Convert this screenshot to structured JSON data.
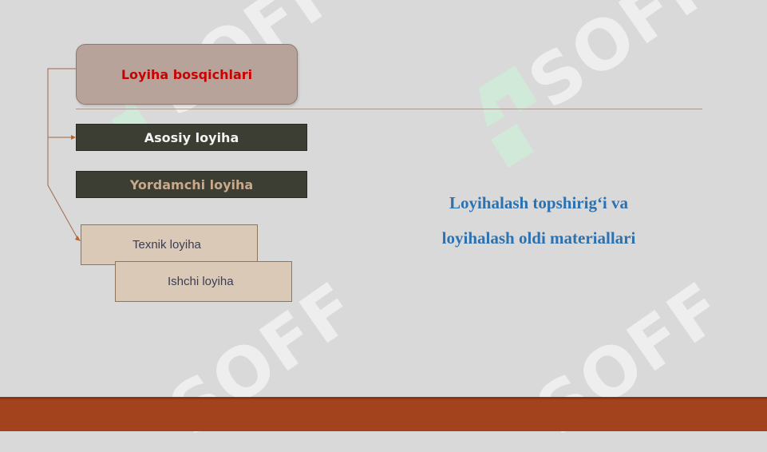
{
  "diagram": {
    "title": "Loyiha bosqichlari",
    "stages": {
      "main": "Asosiy loyiha",
      "auxiliary": "Yordamchi loyiha",
      "technical": "Texnik loyiha",
      "working": "Ishchi loyiha"
    }
  },
  "caption": {
    "line1": "Loyihalash topshirig‘i va",
    "line2": "loyihalash oldi materiallari"
  },
  "watermark": {
    "text": "SOFF"
  },
  "colors": {
    "background": "#d9d9d9",
    "title_text": "#cc0000",
    "caption_text": "#2c72b0",
    "footer": "#a3431d"
  }
}
